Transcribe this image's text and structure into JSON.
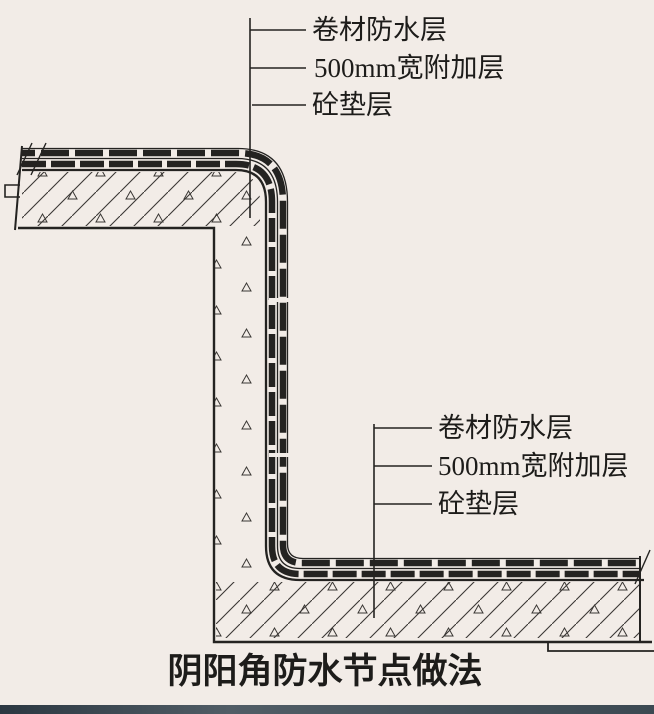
{
  "page": {
    "paper_color": "#f2ece7",
    "ink_color": "#242321"
  },
  "diagram": {
    "caption": "阴阳角防水节点做法",
    "callouts_top": {
      "membrane_label": "卷材防水层",
      "additional_label": "500mm宽附加层",
      "cushion_label": "砼垫层"
    },
    "callouts_bottom": {
      "membrane_label": "卷材防水层",
      "additional_label": "500mm宽附加层",
      "cushion_label": "砼垫层"
    }
  }
}
